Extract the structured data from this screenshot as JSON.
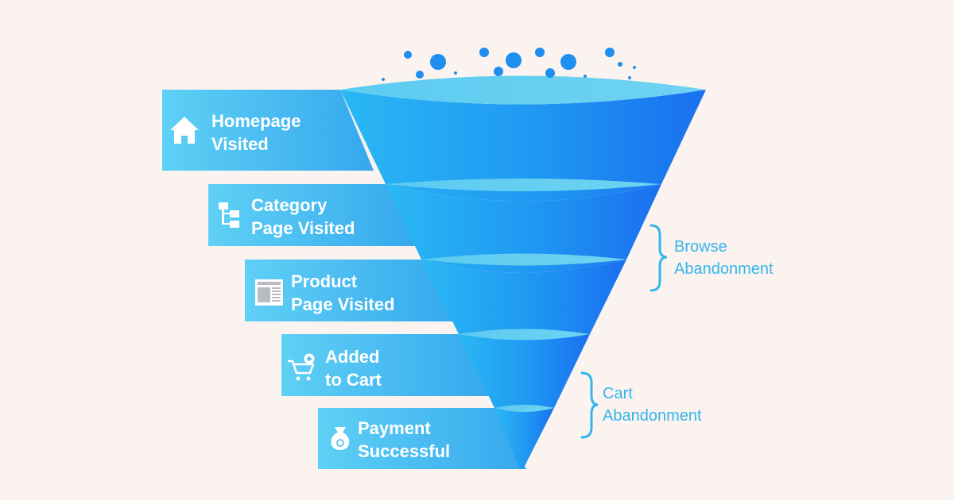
{
  "stages": [
    {
      "label_line1": "Homepage",
      "label_line2": "Visited",
      "icon": "home-icon"
    },
    {
      "label_line1": "Category",
      "label_line2": "Page Visited",
      "icon": "sitemap-icon"
    },
    {
      "label_line1": "Product",
      "label_line2": "Page Visited",
      "icon": "product-page-icon"
    },
    {
      "label_line1": "Added",
      "label_line2": "to Cart",
      "icon": "cart-add-icon"
    },
    {
      "label_line1": "Payment",
      "label_line2": "Successful",
      "icon": "money-bag-icon"
    }
  ],
  "brackets": [
    {
      "label_line1": "Browse",
      "label_line2": "Abandonment"
    },
    {
      "label_line1": "Cart",
      "label_line2": "Abandonment"
    }
  ],
  "colors": {
    "background": "#faf3ef",
    "banner_light": "#5fd0f5",
    "banner_dark": "#35a8ee",
    "funnel_light": "#2ab8f5",
    "funnel_dark": "#1a6fef",
    "funnel_top": "#66cbef",
    "bracket": "#35b5ec"
  }
}
